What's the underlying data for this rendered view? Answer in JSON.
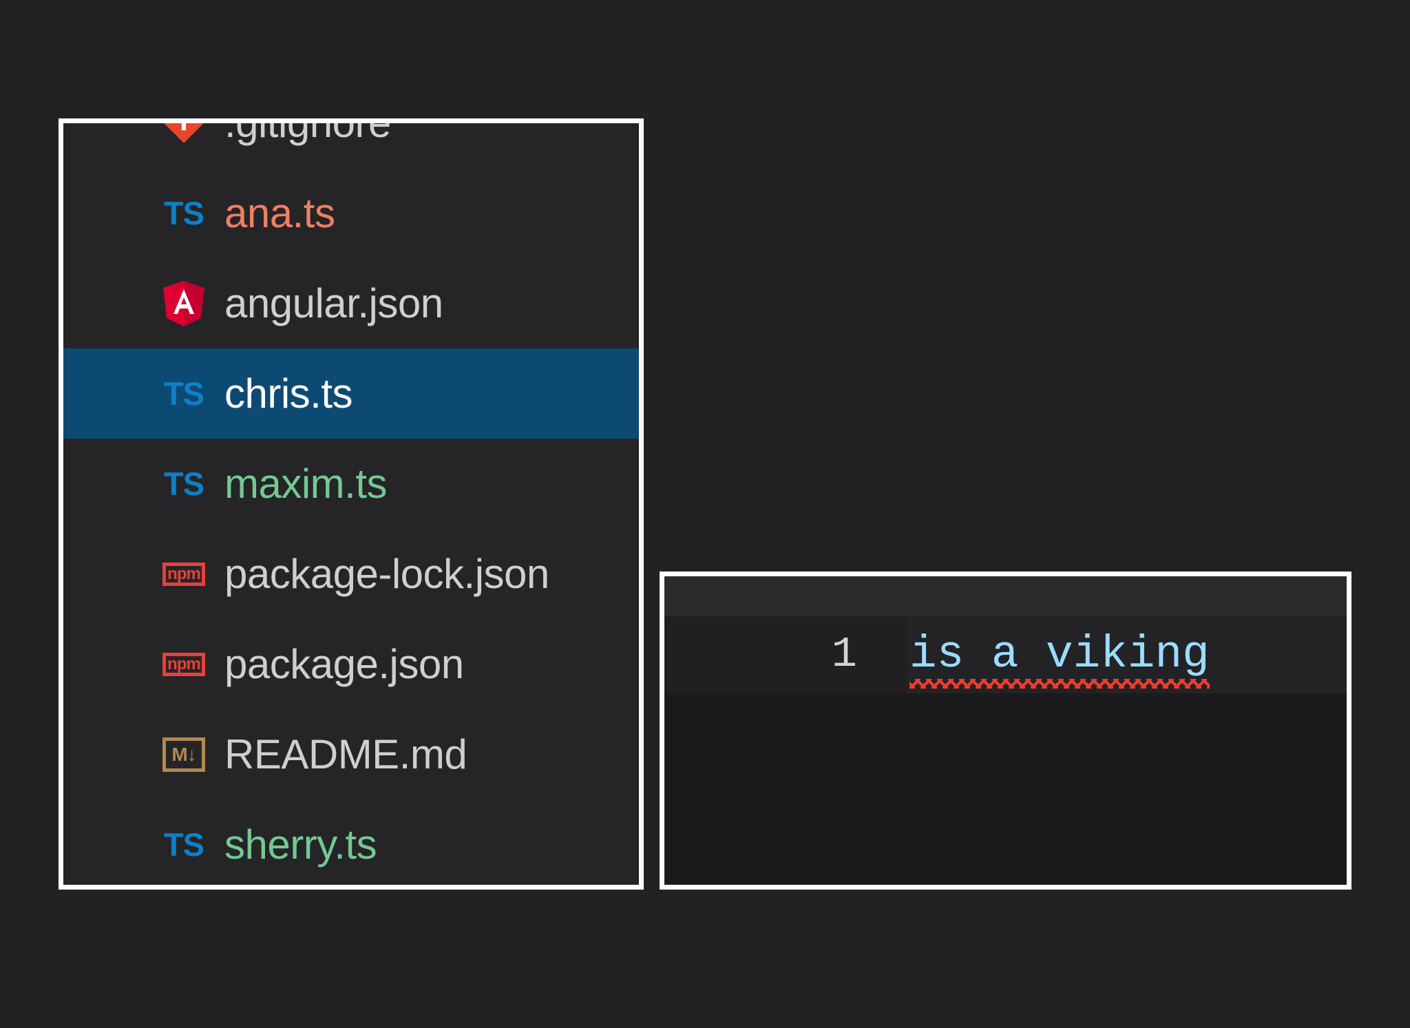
{
  "theme": {
    "page_background": "#222225",
    "panel_border": "#ffffff",
    "explorer_background": "#252527",
    "selection_background": "#0d4a73",
    "editor_background": "#1b1b1d",
    "tabbar_background": "#2b2b2e",
    "ts_icon_color": "#0e80c8",
    "npm_icon_color": "#e8403a",
    "markdown_icon_color": "#b08a50",
    "angular_icon_color": "#dd0031",
    "git_icon_color": "#e8452b",
    "modified_file_color": "#f07e64",
    "untracked_file_color": "#73c991",
    "default_file_color": "#cfcfcf",
    "selected_file_color": "#ffffff",
    "code_token_color": "#9cdcfe",
    "line_number_color": "#d6d3cd",
    "squiggle_color": "#f03c2e"
  },
  "explorer": {
    "files": [
      {
        "name": ".gitignore",
        "icon": "git-icon",
        "color_class": "c-grey",
        "selected": false
      },
      {
        "name": "ana.ts",
        "icon": "ts-icon",
        "color_class": "c-salmon",
        "selected": false
      },
      {
        "name": "angular.json",
        "icon": "angular-icon",
        "color_class": "c-grey",
        "selected": false
      },
      {
        "name": "chris.ts",
        "icon": "ts-icon",
        "color_class": "c-white",
        "selected": true
      },
      {
        "name": "maxim.ts",
        "icon": "ts-icon",
        "color_class": "c-green",
        "selected": false
      },
      {
        "name": "package-lock.json",
        "icon": "npm-icon",
        "color_class": "c-grey",
        "selected": false
      },
      {
        "name": "package.json",
        "icon": "npm-icon",
        "color_class": "c-grey",
        "selected": false
      },
      {
        "name": "README.md",
        "icon": "markdown-icon",
        "color_class": "c-grey",
        "selected": false
      },
      {
        "name": "sherry.ts",
        "icon": "ts-icon",
        "color_class": "c-green",
        "selected": false
      }
    ],
    "icon_labels": {
      "ts": "TS",
      "npm": "npm",
      "markdown": "M",
      "markdown_arrow": "↓",
      "angular": "A"
    }
  },
  "editor": {
    "lines": [
      {
        "number": "1",
        "text": "is a viking",
        "spellcheck_errors": [
          "is",
          "a",
          "viking"
        ]
      }
    ]
  }
}
